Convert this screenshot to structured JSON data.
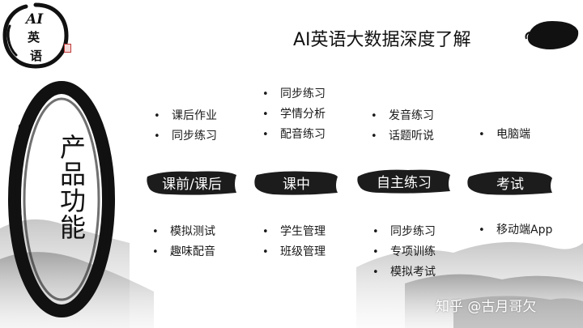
{
  "logo": {
    "line1": "AI",
    "line2": "英",
    "line3": "语"
  },
  "title": "AI英语大数据深度了解",
  "ring_label": [
    "产",
    "品",
    "功",
    "能"
  ],
  "categories": [
    {
      "label": "课前/课后"
    },
    {
      "label": "课中"
    },
    {
      "label": "自主练习"
    },
    {
      "label": "考试"
    }
  ],
  "top_lists": [
    [
      "课后作业",
      "同步练习"
    ],
    [
      "同步练习",
      "学情分析",
      "配音练习"
    ],
    [
      "发音练习",
      "话题听说"
    ],
    [
      "电脑端"
    ]
  ],
  "bottom_lists": [
    [
      "模拟测试",
      "趣味配音"
    ],
    [
      "学生管理",
      "班级管理"
    ],
    [
      "同步练习",
      "专项训练",
      "模拟考试"
    ],
    [
      "移动端App"
    ]
  ],
  "watermark": "知乎 @古月哥欠",
  "colors": {
    "ink": "#111111",
    "brush": "#1c1c1c",
    "seal": "#c23b3b",
    "mountain": "#c9c9c9"
  }
}
